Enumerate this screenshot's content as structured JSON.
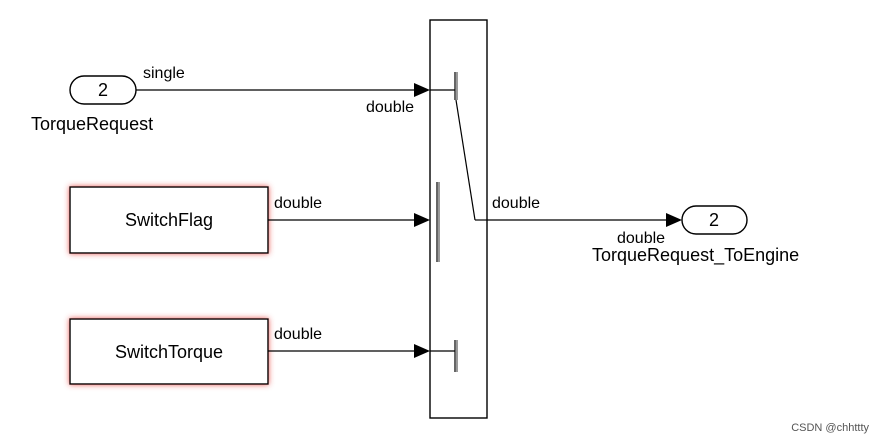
{
  "blocks": {
    "inport": {
      "number": "2",
      "name": "TorqueRequest"
    },
    "from_flag": {
      "label": "SwitchFlag"
    },
    "from_torque": {
      "label": "SwitchTorque"
    },
    "outport": {
      "number": "2",
      "name": "TorqueRequest_ToEngine"
    }
  },
  "signals": {
    "in_top_src": "single",
    "in_top_dst": "double",
    "flag": "double",
    "torque": "double",
    "out_src": "double",
    "out_dst": "double"
  },
  "watermark": "CSDN @chhttty",
  "colors": {
    "highlight_glow": "#e53935",
    "line": "#000000",
    "background": "#ffffff"
  }
}
